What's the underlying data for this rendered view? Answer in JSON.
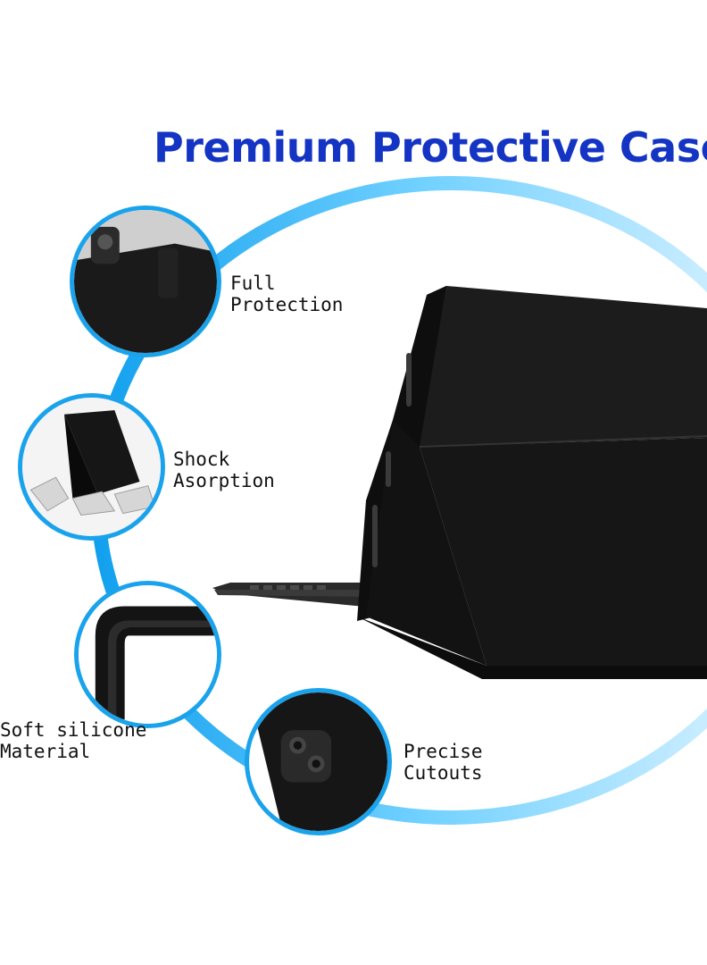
{
  "title": "Premium Protective Case",
  "colors": {
    "title": "#1434c4",
    "ring": "#1aa3ec",
    "case": "#151515"
  },
  "features": [
    {
      "line1": "Full",
      "line2": "Protection",
      "icon": "tablet-corner-icon"
    },
    {
      "line1": "Shock",
      "line2": "Asorption",
      "icon": "impact-icon"
    },
    {
      "line1": "Soft silicone",
      "line2": "Material",
      "icon": "silicone-corner-icon"
    },
    {
      "line1": "Precise",
      "line2": "Cutouts",
      "icon": "camera-cutout-icon"
    }
  ]
}
